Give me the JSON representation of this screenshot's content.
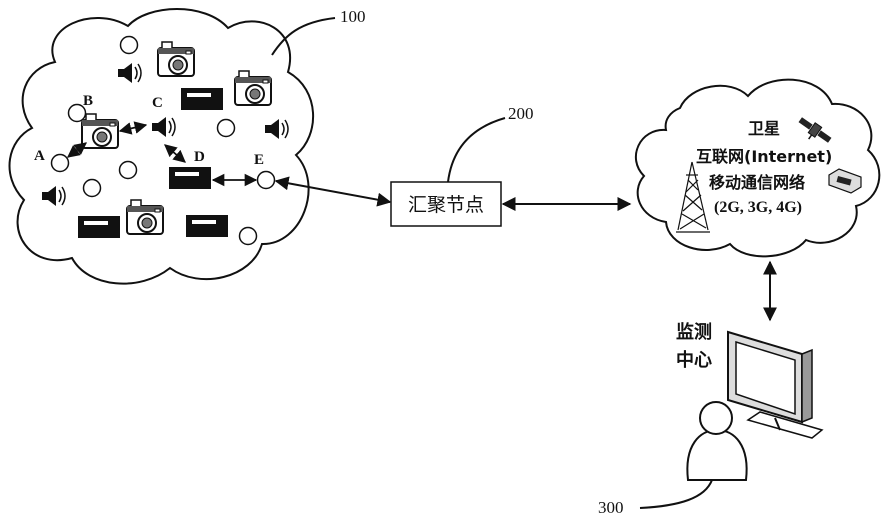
{
  "labels": {
    "ref_100": "100",
    "ref_200": "200",
    "ref_300": "300",
    "node_a": "A",
    "node_b": "B",
    "node_c": "C",
    "node_d": "D",
    "node_e": "E"
  },
  "sink": {
    "label": "汇聚节点"
  },
  "network": {
    "satellite": "卫星",
    "internet": "互联网(Internet)",
    "mobile": "移动通信网络",
    "generations": "(2G, 3G, 4G)"
  },
  "monitor": {
    "line1": "监测",
    "line2": "中心"
  },
  "icons": [
    "camera-icon",
    "speaker-icon",
    "sensor-box-icon",
    "sensor-node-icon",
    "satellite-icon",
    "tower-icon",
    "router-icon",
    "monitor-icon",
    "person-icon"
  ]
}
